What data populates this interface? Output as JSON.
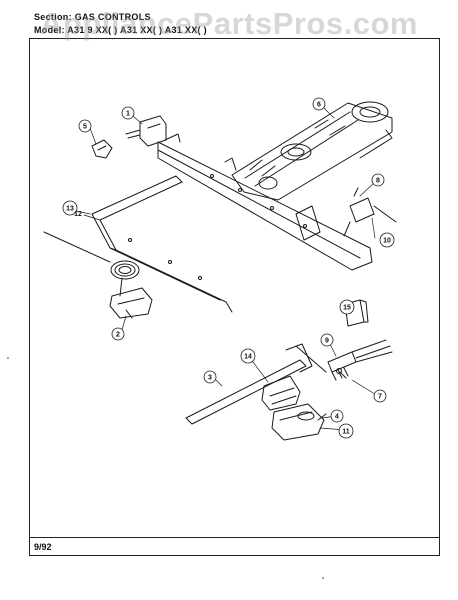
{
  "header": {
    "section_line": "Section: GAS CONTROLS",
    "model_line": "Model: A31 9 XX( ) A31 XX( ) A31 XX( )"
  },
  "watermark": "AppliancePartsPros.com",
  "footer": {
    "date": "9/92"
  },
  "callouts": {
    "c1": "1",
    "c2": "2",
    "c3": "3",
    "c4": "4",
    "c5": "5",
    "c6": "6",
    "c7": "7",
    "c8": "8",
    "c9": "9",
    "c10": "10",
    "c11": "11",
    "c12": "12",
    "c13": "13",
    "c14": "14",
    "c15": "15"
  },
  "colors": {
    "line": "#1a1a1a",
    "paper": "#ffffff",
    "watermark": "#969696"
  }
}
